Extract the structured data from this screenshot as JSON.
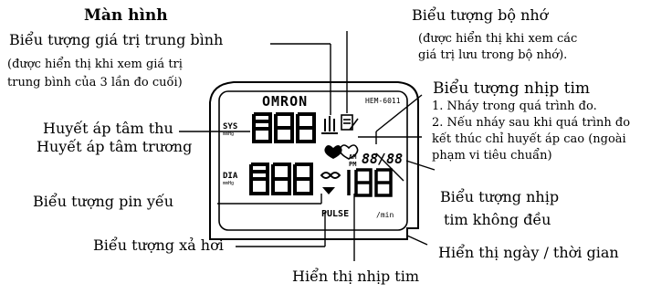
{
  "title": "Màn hình",
  "device": {
    "brand": "OMRON",
    "model": "HEM-6011",
    "lcd": {
      "sys_label": "SYS",
      "dia_label": "DIA",
      "unit_label": "mmHg",
      "sys_digits": "888",
      "dia_digits": "888",
      "date_digits": "88/88",
      "am_pm": [
        "AM",
        "PM"
      ],
      "pulse_digits": "188",
      "pulse_label": "PULSE",
      "pulse_unit": "/min"
    }
  },
  "labels": {
    "average_icon": {
      "title": "Biểu tượng giá trị trung bình",
      "desc_1": "(được hiển thị khi xem giá trị",
      "desc_2": "trung bình của 3 lần đo cuối)"
    },
    "memory_icon": {
      "title": "Biểu tượng bộ nhớ",
      "desc_1": "(được hiển thị khi xem các",
      "desc_2": "giá trị lưu trong bộ nhớ)."
    },
    "heartbeat_icon": {
      "title": "Biểu tượng nhịp tim",
      "note_1": "1. Nháy trong quá trình đo.",
      "note_2": "2. Nếu nháy sau khi quá trình đo",
      "note_3": "kết thúc chỉ huyết áp cao (ngoài",
      "note_4": "phạm vi tiêu chuẩn)"
    },
    "systolic": "Huyết áp tâm thu",
    "diastolic": "Huyết áp tâm trương",
    "low_battery": "Biểu tượng pin yếu",
    "irregular_1": "Biểu tượng nhịp",
    "irregular_2": "tim không đều",
    "deflation": "Biểu tượng xả hơi",
    "date_time": "Hiển thị ngày / thời gian",
    "pulse": "Hiển thị nhịp tim"
  }
}
